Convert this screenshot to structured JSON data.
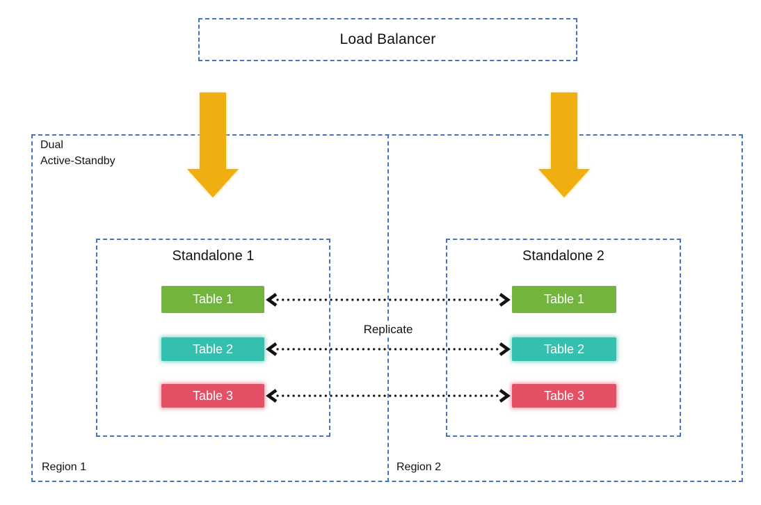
{
  "diagram": {
    "load_balancer": {
      "label": "Load Balancer"
    },
    "cluster": {
      "label_line1": "Dual",
      "label_line2": "Active-Standby",
      "replicate_label": "Replicate"
    },
    "regions": [
      {
        "label": "Region 1",
        "standalone": {
          "title": "Standalone 1",
          "tables": [
            "Table 1",
            "Table 2",
            "Table 3"
          ]
        }
      },
      {
        "label": "Region 2",
        "standalone": {
          "title": "Standalone 2",
          "tables": [
            "Table 1",
            "Table 2",
            "Table 3"
          ]
        }
      }
    ],
    "icons": {
      "down_arrows": "down-arrow",
      "replicate_arrows": "double-headed-dotted-arrow"
    },
    "colors": {
      "dashed_border": "#4472C4",
      "down_arrow": "#EFAF11",
      "table_1": "#72B43E",
      "table_2": "#35BFAE",
      "table_3": "#E45167",
      "replicate_arrow": "#111111",
      "table_text": "#FFFFFF",
      "text": "#111111",
      "background": "#FFFFFF"
    }
  }
}
